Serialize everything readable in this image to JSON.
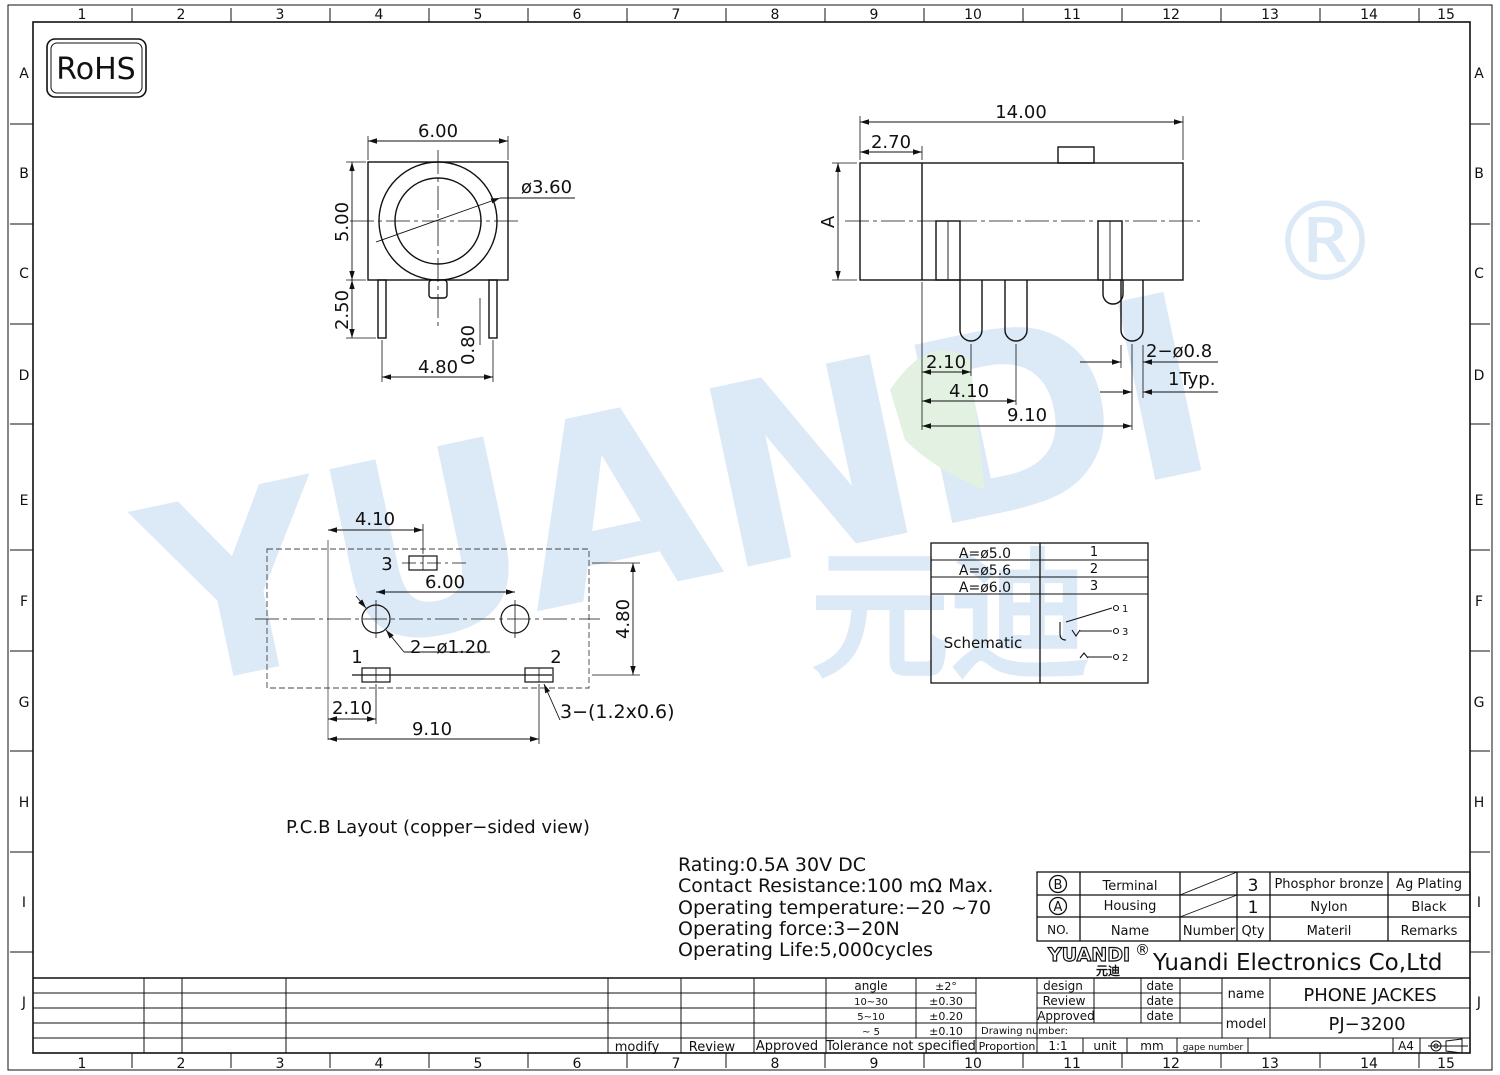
{
  "frame": {
    "columns": [
      "1",
      "2",
      "3",
      "4",
      "5",
      "6",
      "7",
      "8",
      "9",
      "10",
      "11",
      "12",
      "13",
      "14",
      "15"
    ],
    "rows": [
      "A",
      "B",
      "C",
      "D",
      "E",
      "F",
      "G",
      "H",
      "I",
      "J"
    ]
  },
  "badge": {
    "rohs": "RoHS"
  },
  "watermark": {
    "brand": "YUANDI",
    "registered": "®",
    "cn": "元迪"
  },
  "front_view": {
    "width": "6.00",
    "height": "5.00",
    "bore_diameter": "ø3.60",
    "pin_length": "2.50",
    "pin_width": "0.80",
    "pin_span": "4.80"
  },
  "side_view": {
    "length": "14.00",
    "head_length": "2.70",
    "section_label": "A",
    "pin_offset_1": "2.10",
    "pin_offset_2": "4.10",
    "pin_offset_3": "9.10",
    "pin_diameter": "2−ø0.8",
    "pin_typ": "1Typ."
  },
  "pcb_layout": {
    "caption": "P.C.B Layout (copper−sided view)",
    "offset_top": "4.10",
    "pin3_label": "3",
    "hole_span": "6.00",
    "hole_label": "2−ø1.20",
    "height": "4.80",
    "pin1_label": "1",
    "pin2_label": "2",
    "offset_left": "2.10",
    "span": "9.10",
    "pad_label": "3−(1.2x0.6)"
  },
  "variant_table": {
    "rows": [
      {
        "size": "A=ø5.0",
        "code": "1"
      },
      {
        "size": "A=ø5.6",
        "code": "2"
      },
      {
        "size": "A=ø6.0",
        "code": "3"
      }
    ],
    "schematic_label": "Schematic",
    "schematic_pins": [
      "1",
      "3",
      "2"
    ]
  },
  "specs": [
    "Rating:0.5A 30V DC",
    "Contact Resistance:100 mΩ Max.",
    "Operating temperature:−20  ~70",
    "Operating force:3−20N",
    "Operating Life:5,000cycles"
  ],
  "bom": {
    "rows": [
      {
        "no": "B",
        "name": "Terminal",
        "qty": "3",
        "material": "Phosphor bronze",
        "remarks": "Ag Plating"
      },
      {
        "no": "A",
        "name": "Housing",
        "qty": "1",
        "material": "Nylon",
        "remarks": "Black"
      }
    ],
    "header": {
      "no": "NO.",
      "name": "Name",
      "number": "Number",
      "qty": "Qty",
      "material": "Materil",
      "remarks": "Remarks"
    }
  },
  "company": {
    "logo": "YUANDI",
    "logo_cn": "元迪",
    "registered": "®",
    "name": "Yuandi Electronics Co,Ltd"
  },
  "tolerance": {
    "rows": [
      {
        "range": "angle",
        "value": "±2°"
      },
      {
        "range": "10~30",
        "value": "±0.30"
      },
      {
        "range": "5~10",
        "value": "±0.20"
      },
      {
        "range": "~ 5",
        "value": "±0.10"
      }
    ],
    "footer": "Tolerance not specified"
  },
  "revision": {
    "modify": "modify",
    "review": "Review",
    "approved": "Approved"
  },
  "signoff": [
    {
      "role": "design",
      "date": "date"
    },
    {
      "role": "Review",
      "date": "date"
    },
    {
      "role": "Approved",
      "date": "date"
    }
  ],
  "drawing": {
    "drawing_number_label": "Drawing number:",
    "proportion_label": "Proportion",
    "proportion": "1:1",
    "unit_label": "unit",
    "unit": "mm",
    "gape_label": "gape number",
    "sheet_size": "A4",
    "name_label": "name",
    "name": "PHONE JACKES",
    "model_label": "model",
    "model": "PJ−3200"
  },
  "colors": {
    "watermark_blue": "#dce9f6",
    "watermark_green": "#e3f1e2",
    "ink": "#111111"
  }
}
